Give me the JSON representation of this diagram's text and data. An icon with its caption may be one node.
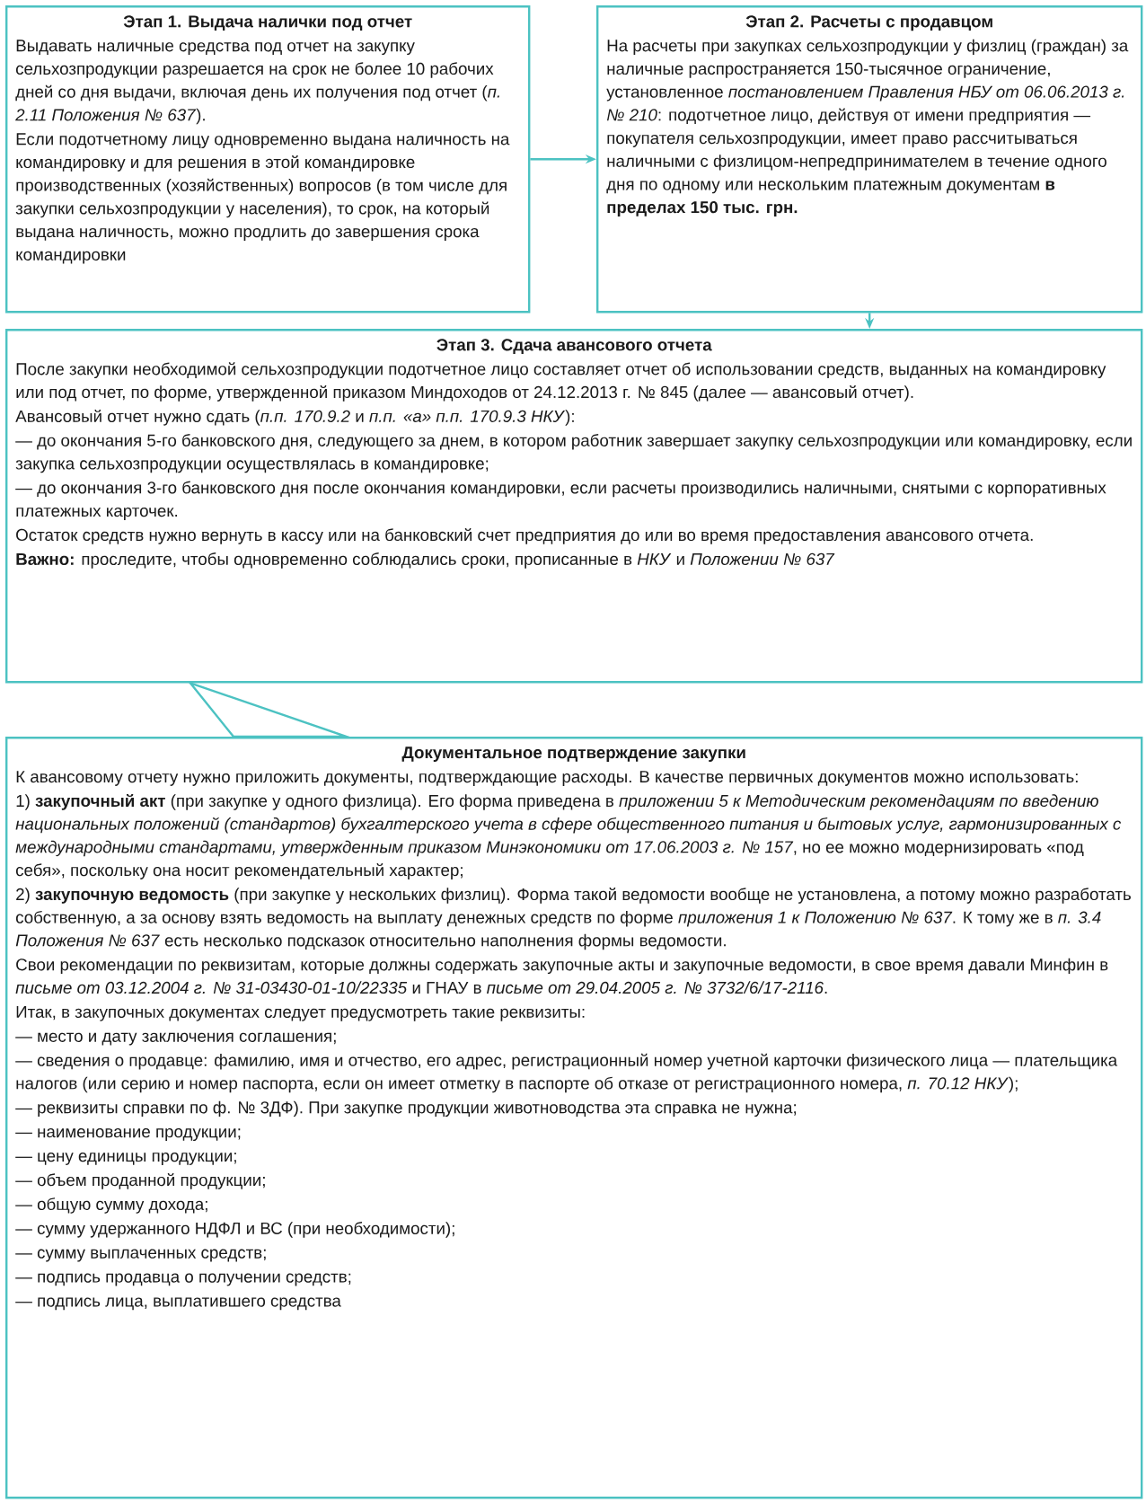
{
  "diagram": {
    "nodes": [
      {
        "text": [
          "Этап 1. Выдача налички под отчет",
          "Выдавать наличные средства под отчет на закупку сельхозпродукции разрешается на срок не более 10 рабочих дней со дня выдачи, включая день их получения под отчет (*п. 2.11 Положения № 637*).",
          "Если подотчетному лицу одновременно выдана наличность на командировку и для решения в этой командировке производственных (хозяйственных) вопросов (в том числе для закупки сельхозпродукции у населения), то срок, на который выдана наличность, можно продлить до завершения срока командировки"
        ]
      },
      {
        "text": [
          "Этап 2. Расчеты с продавцом",
          "На расчеты при закупках сельхозпродукции у физлиц (граждан) за наличные распространяется 150-тысячное ограничение, установленное *постановлением Правления НБУ от 06.06.2013 г. № 210*: подотчетное лицо, действуя от имени предприятия — покупателя сельхозпродукции, имеет право рассчитываться наличными с физлицом-непредпринимателем в течение одного дня по одному или нескольким платежным документам **в пределах 150 тыс. грн.**"
        ]
      },
      {
        "text": [
          "Этап 3. Сдача авансового отчета",
          "После закупки необходимой сельхозпродукции подотчетное лицо составляет отчет об использовании средств, выданных на командировку или под отчет, по форме, утвержденной приказом Миндоходов от 24.12.2013 г. № 845 (далее — авансовый отчет).",
          "Авансовый отчет нужно сдать (*п.п. 170.9.2* и *п.п. «а» п.п. 170.9.3 НКУ*):",
          "— до окончания 5-го банковского дня, следующего за днем, в котором работник завершает закупку сельхозпродукции или командировку, если закупка сельхозпродукции осуществлялась в командировке;",
          "— до окончания 3-го банковского дня после окончания командировки, если расчеты производились наличными, снятыми с корпоративных платежных карточек.",
          "Остаток средств нужно вернуть в кассу или на банковский счет предприятия до или во время предоставления авансового отчета.",
          "**Важно:** проследите, чтобы одновременно соблюдались сроки, прописанные в *НКУ* и *Положении № 637*"
        ]
      },
      {
        "text": [
          "Документальное подтверждение закупки",
          "К авансовому отчету нужно приложить документы, подтверждающие расходы. В качестве первичных документов можно использовать:",
          "1) **закупочный акт** (при закупке у одного физлица). Его форма приведена в *приложении 5 к Методическим рекомендациям по введению национальных положений (стандартов) бухгалтерского учета в сфере общественного питания и бытовых услуг, гармонизированных с международными стандартами, утвержденным приказом Минэкономики от 17.06.2003 г. № 157*, но ее можно модернизировать «под себя», поскольку она носит рекомендательный характер;",
          "2) **закупочную ведомость** (при закупке у нескольких физлиц). Форма такой ведомости вообще не установлена, а потому можно разработать собственную, а за основу взять ведомость на выплату денежных средств по форме *приложения 1 к Положению № 637*. К тому же в *п. 3.4 Положения № 637* есть несколько подсказок относительно наполнения формы ведомости.",
          "Свои рекомендации по реквизитам, которые должны содержать закупочные акты и закупочные ведомости, в свое время давали Минфин в *письме от 03.12.2004 г. № 31-03430-01-10/22335* и ГНАУ в *письме от 29.04.2005 г. № 3732/6/17-2116*.",
          "Итак, в закупочных документах следует предусмотреть такие реквизиты:",
          "— место и дату заключения соглашения;",
          "— сведения о продавце: фамилию, имя и отчество, его адрес, регистрационный номер учетной карточки физического лица — плательщика налогов (или серию и номер паспорта, если он имеет отметку в паспорте об отказе от регистрационного номера, *п. 70.12 НКУ*);",
          "— реквизиты справки по ф. № 3ДФ). При закупке продукции животноводства эта справка не нужна;",
          "— наименование продукции;",
          "— цену единицы продукции;",
          "— объем проданной продукции;",
          "— общую сумму дохода;",
          "— сумму удержанного НДФЛ и ВС (при необходимости);",
          "— сумму выплаченных средств;",
          "— подпись продавца о получении средств;",
          "— подпись лица, выплатившего средства"
        ]
      }
    ],
    "edges": [
      {
        "from": 0,
        "to": 1,
        "arrow": "to"
      },
      {
        "from": 1,
        "to": 2,
        "arrow": "to"
      },
      {
        "from": 2,
        "to": 3,
        "arrow": "none"
      }
    ]
  }
}
